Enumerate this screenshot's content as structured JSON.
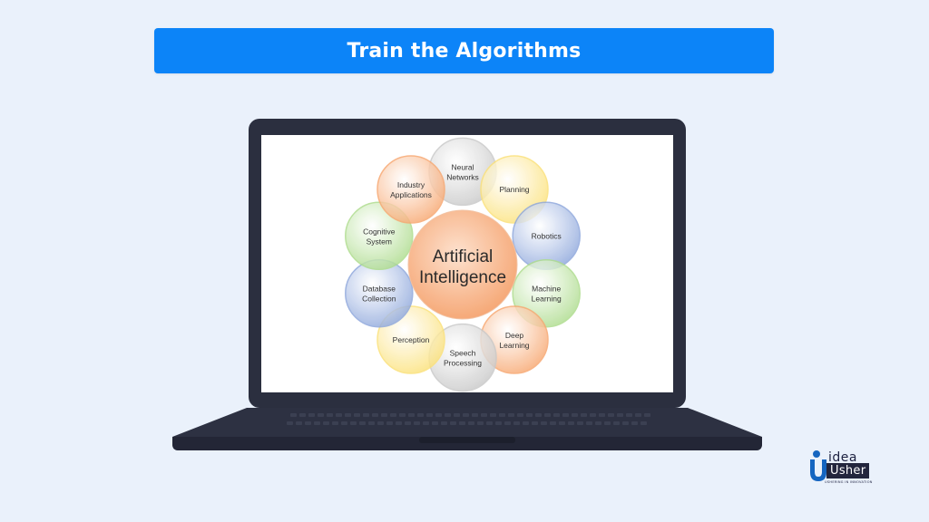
{
  "banner": {
    "title": "Train the Algorithms",
    "background": "#0c84f8"
  },
  "diagram": {
    "center_line1": "Artificial",
    "center_line2": "Intelligence",
    "center_color": "#f7b58c",
    "nodes": [
      {
        "line1": "Neural",
        "line2": "Networks",
        "color": "#c9c9c9"
      },
      {
        "line1": "Planning",
        "line2": "",
        "color": "#fbe17a"
      },
      {
        "line1": "Robotics",
        "line2": "",
        "color": "#8fa8dc"
      },
      {
        "line1": "Machine",
        "line2": "Learning",
        "color": "#aedc8e"
      },
      {
        "line1": "Deep",
        "line2": "Learning",
        "color": "#f7a872"
      },
      {
        "line1": "Speech",
        "line2": "Processing",
        "color": "#c9c9c9"
      },
      {
        "line1": "Perception",
        "line2": "",
        "color": "#fbe17a"
      },
      {
        "line1": "Database",
        "line2": "Collection",
        "color": "#8fa8dc"
      },
      {
        "line1": "Cognitive",
        "line2": "System",
        "color": "#aedc8e"
      },
      {
        "line1": "Industry",
        "line2": "Applications",
        "color": "#f7a872"
      }
    ]
  },
  "logo": {
    "word1": "idea",
    "word2": "Usher",
    "tagline": "USHERING IN INNOVATION",
    "accent": "#1565c0"
  }
}
